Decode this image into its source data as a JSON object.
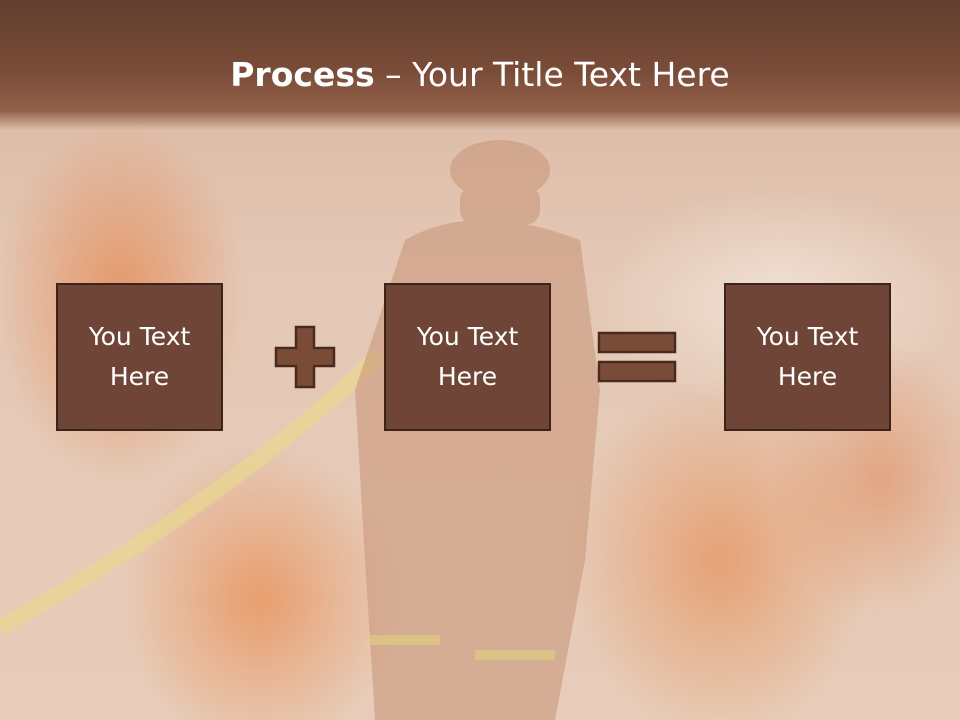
{
  "slide": {
    "title_strong": "Process",
    "title_rest": " – Your Title Text Here",
    "boxes": [
      {
        "label": "You Text Here"
      },
      {
        "label": "You Text Here"
      },
      {
        "label": "You Text Here"
      }
    ],
    "operators": [
      "plus-icon",
      "equals-icon"
    ]
  },
  "colors": {
    "header": "#6e4536",
    "box_fill": "#6e4536",
    "box_border": "#3e2319",
    "operator_fill": "#7a4c38"
  }
}
